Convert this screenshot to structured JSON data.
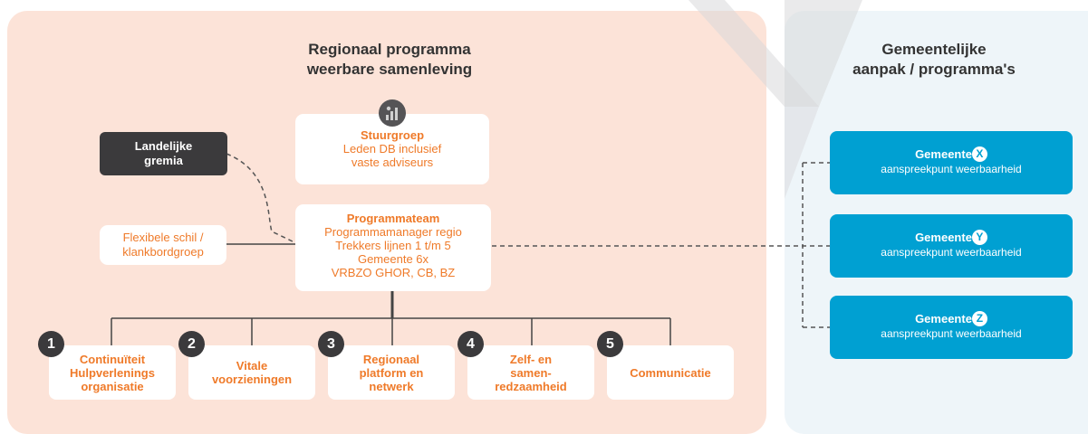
{
  "regional": {
    "title_line1": "Regionaal programma",
    "title_line2": "weerbare samenleving",
    "stuurgroep": {
      "title": "Stuurgroep",
      "lines": [
        "Leden DB inclusief",
        "vaste adviseurs"
      ],
      "icon": "org-chart-icon"
    },
    "landelijke": {
      "line1": "Landelijke",
      "line2": "gremia"
    },
    "flexibele": {
      "line1": "Flexibele schil /",
      "line2": "klankbordgroep"
    },
    "programmateam": {
      "title": "Programmateam",
      "lines": [
        "Programmamanager regio",
        "Trekkers lijnen 1 t/m 5",
        "Gemeente 6x",
        "VRBZO GHOR, CB, BZ"
      ]
    },
    "lines": [
      {
        "number": "1",
        "label": [
          "Continuïteit",
          "Hulpverlenings",
          "organisatie"
        ]
      },
      {
        "number": "2",
        "label": [
          "Vitale",
          "voorzieningen"
        ]
      },
      {
        "number": "3",
        "label": [
          "Regionaal",
          "platform en",
          "netwerk"
        ]
      },
      {
        "number": "4",
        "label": [
          "Zelf- en",
          "samen-",
          "redzaamheid"
        ]
      },
      {
        "number": "5",
        "label": [
          "Communicatie"
        ]
      }
    ]
  },
  "municipal": {
    "title_line1": "Gemeentelijke",
    "title_line2": "aanpak / programma's",
    "items": [
      {
        "title": "Gemeente",
        "badge": "X",
        "subtitle": "aanspreekpunt weerbaarheid"
      },
      {
        "title": "Gemeente",
        "badge": "Y",
        "subtitle": "aanspreekpunt weerbaarheid"
      },
      {
        "title": "Gemeente",
        "badge": "Z",
        "subtitle": "aanspreekpunt weerbaarheid"
      }
    ]
  },
  "colors": {
    "orange": "#ef7a29",
    "blue": "#00a0d2",
    "dark": "#3b3a3c",
    "peach": "#fce3d8",
    "light_blue": "#eef5f9"
  }
}
